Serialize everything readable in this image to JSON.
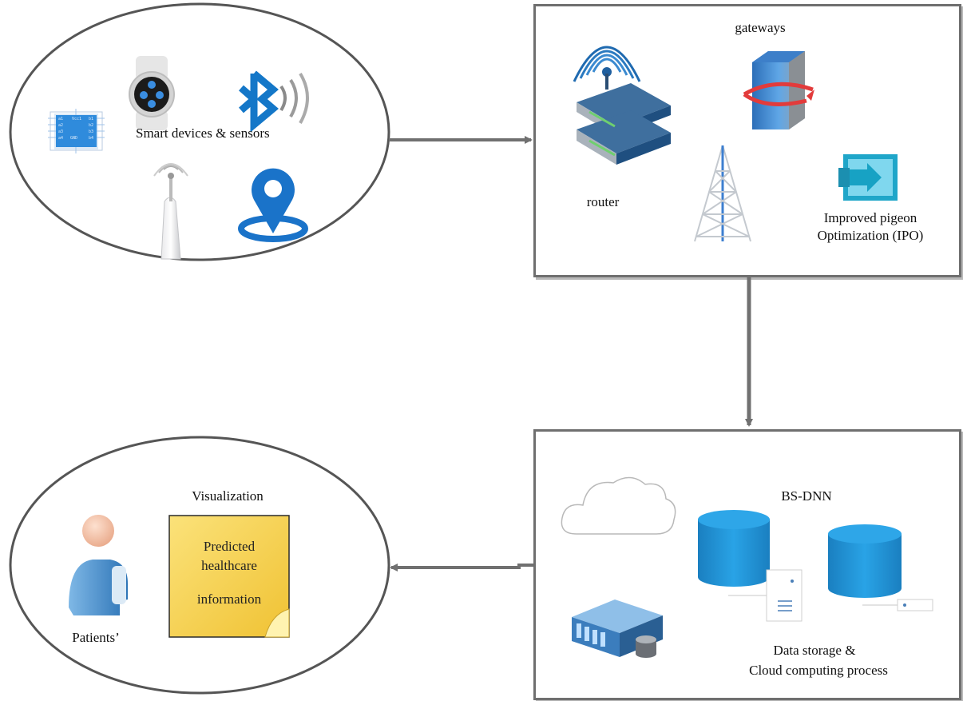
{
  "devices": {
    "label": "Smart devices & sensors",
    "chip_pins": [
      "a1",
      "a2",
      "a3",
      "a4",
      "Vcc1",
      "GND",
      "b1",
      "b2",
      "b3",
      "b4"
    ]
  },
  "network": {
    "gateways_label": "gateways",
    "router_label": "router",
    "ipo_label_line1": "Improved pigeon",
    "ipo_label_line2": "Optimization (IPO)"
  },
  "cloud": {
    "title": "BS-DNN",
    "caption_line1": "Data storage &",
    "caption_line2": "Cloud computing process"
  },
  "visualization": {
    "title": "Visualization",
    "note_line1": "Predicted",
    "note_line2": "healthcare",
    "note_line3": "information",
    "patients_label": "Patients’"
  },
  "colors": {
    "arrow": "#707070",
    "sensor_blue": "#1a73c9",
    "bluetooth_blue": "#1477c8",
    "cylinder_blue": "#1e8fd1",
    "note_yellow": "#f7d14a",
    "router_blue": "#2b5a8a",
    "server_blue": "#3b7dbd"
  }
}
